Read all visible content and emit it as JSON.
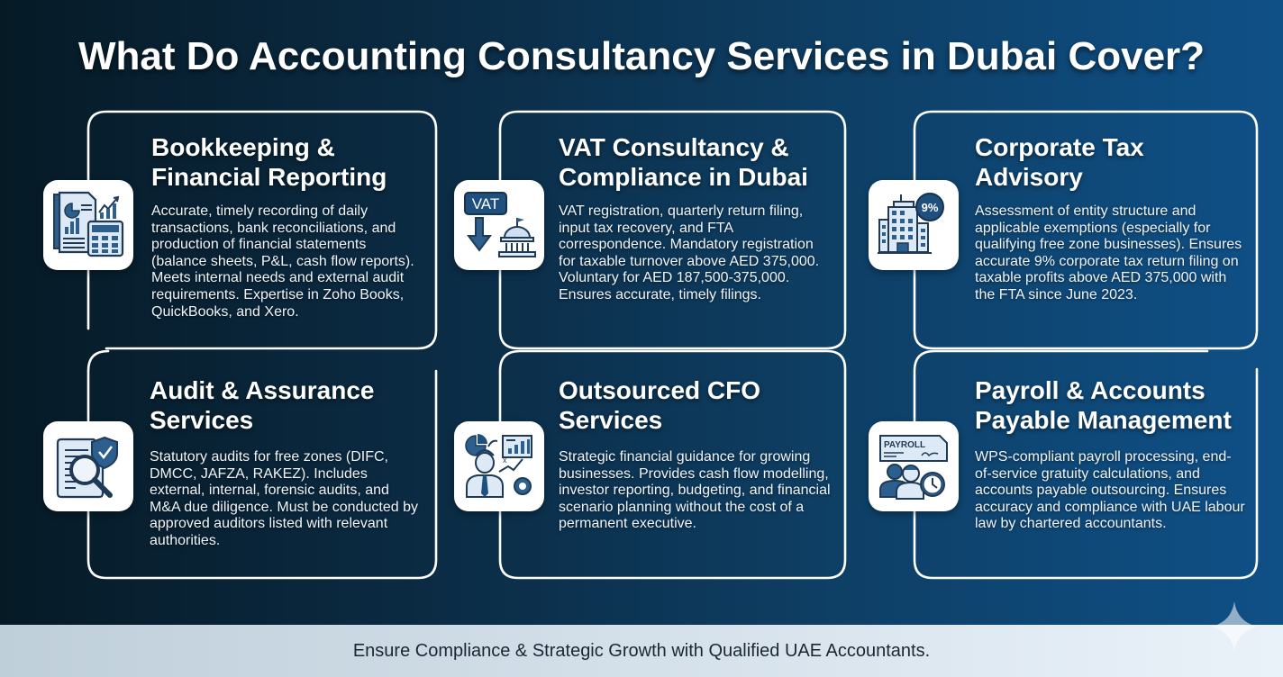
{
  "title": "What Do Accounting Consultancy Services in Dubai Cover?",
  "colors": {
    "background_left": "#061a26",
    "background_right": "#0f5087",
    "card_outline": "#ffffff",
    "icon_stroke": "#1f3a56",
    "icon_fill": "#2d5f8e",
    "icon_light": "#dde9f4",
    "footer_bg": "#d4e0ea",
    "footer_text": "#1b2733"
  },
  "cards": [
    {
      "heading": "Bookkeeping &\nFinancial Reporting",
      "icon": "financial-report-calculator-icon",
      "description": "Accurate, timely recording of daily transactions, bank reconciliations, and production of financial statements (balance sheets, P&L, cash flow reports). Meets internal needs and external audit requirements. Expertise in Zoho Books, QuickBooks, and Xero."
    },
    {
      "heading": "VAT Consultancy &\nCompliance in Dubai",
      "icon": "vat-government-building-icon",
      "icon_label": "VAT",
      "description": "VAT registration, quarterly return filing, input tax recovery, and FTA correspondence. Mandatory registration for taxable turnover above AED 375,000. Voluntary for AED 187,500-375,000. Ensures accurate, timely filings."
    },
    {
      "heading": "Corporate Tax\nAdvisory",
      "icon": "office-building-percent-icon",
      "icon_label": "9%",
      "description": "Assessment of entity structure and applicable exemptions (especially for qualifying free zone businesses). Ensures accurate 9% corporate tax return filing on taxable profits above AED 375,000 with the FTA since June 2023."
    },
    {
      "heading": "Audit & Assurance\nServices",
      "icon": "document-magnifier-shield-icon",
      "description": "Statutory audits for free zones (DIFC, DMCC, JAFZA, RAKEZ). Includes external, internal, forensic audits, and M&A due diligence. Must be conducted by approved auditors listed with relevant authorities."
    },
    {
      "heading": "Outsourced CFO\nServices",
      "icon": "executive-strategy-chart-icon",
      "description": "Strategic financial guidance for growing businesses. Provides cash flow modelling, investor reporting, budgeting, and financial scenario planning without the cost of a permanent executive."
    },
    {
      "heading": "Payroll & Accounts\nPayable Management",
      "icon": "payroll-cheque-employees-clock-icon",
      "icon_label": "PAYROLL",
      "description": "WPS-compliant payroll processing, end-of-service gratuity calculations, and accounts payable outsourcing. Ensures accuracy and compliance with UAE labour law by chartered accountants."
    }
  ],
  "footer": {
    "text": "Ensure Compliance & Strategic Growth with Qualified UAE Accountants."
  }
}
